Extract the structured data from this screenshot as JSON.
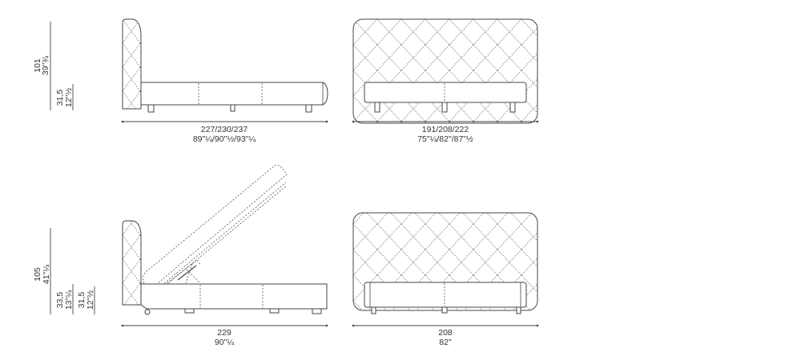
{
  "views": {
    "side_fixed": {
      "length": "227/230/237",
      "length_in": "89\"¼/90\"½/93\"¼",
      "height": "101",
      "height_in": "39\"¾",
      "base_height": "31,5",
      "base_height_in": "12\"½"
    },
    "front_fixed": {
      "width": "191/208/222",
      "width_in": "75\"¼/82\"/87\"½"
    },
    "side_storage": {
      "length": "229",
      "length_in": "90\"¼",
      "height": "105",
      "height_in": "41\"¼",
      "frame_height": "33,5",
      "frame_height_in": "13\"¼",
      "base_height": "31,5",
      "base_height_in": "12\"½"
    },
    "front_storage": {
      "width": "208",
      "width_in": "82\""
    }
  }
}
